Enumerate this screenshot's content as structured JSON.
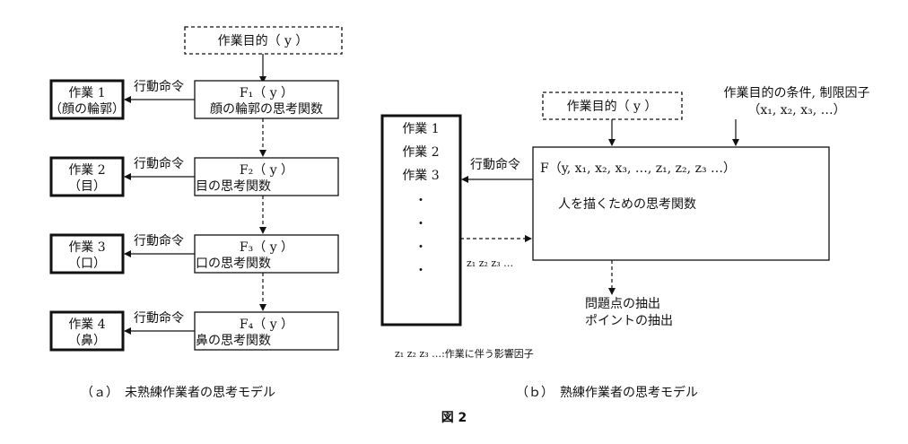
{
  "left": {
    "goal": "作業目的（ y ）",
    "steps": [
      {
        "task": "作業 1",
        "task_sub": "（顔の輪郭）",
        "command": "行動命令",
        "func": "F₁（ y ）",
        "func_desc": "顔の輪郭の思考関数"
      },
      {
        "task": "作業 2",
        "task_sub": "（目）",
        "command": "行動命令",
        "func": "F₂（ y ）",
        "func_desc": "目の思考関数"
      },
      {
        "task": "作業 3",
        "task_sub": "（口）",
        "command": "行動命令",
        "func": "F₃（ y ）",
        "func_desc": "口の思考関数"
      },
      {
        "task": "作業 4",
        "task_sub": "（鼻）",
        "command": "行動命令",
        "func": "F₄（ y ）",
        "func_desc": "鼻の思考関数"
      }
    ],
    "caption": "（ａ）　未熟練作業者の思考モデル"
  },
  "right": {
    "goal": "作業目的（ y ）",
    "conditions_label": "作業目的の条件, 制限因子",
    "conditions_vars": "（x₁, x₂, x₃, …）",
    "tasks": [
      "作業 1",
      "作業 2",
      "作業 3"
    ],
    "dots": [
      "・",
      "・",
      "・",
      "・"
    ],
    "command": "行動命令",
    "func": "F（y, x₁, x₂, x₃, …, z₁, z₂, z₃ …）",
    "func_desc": "人を描くための思考関数",
    "feedback": "z₁ z₂ z₃ …",
    "output_line1": "問題点の抽出",
    "output_line2": "ポイントの抽出",
    "footnote": "z₁ z₂ z₃ …:作業に伴う影響因子",
    "caption": "（ｂ）　熟練作業者の思考モデル"
  },
  "figure_label": "図 2"
}
